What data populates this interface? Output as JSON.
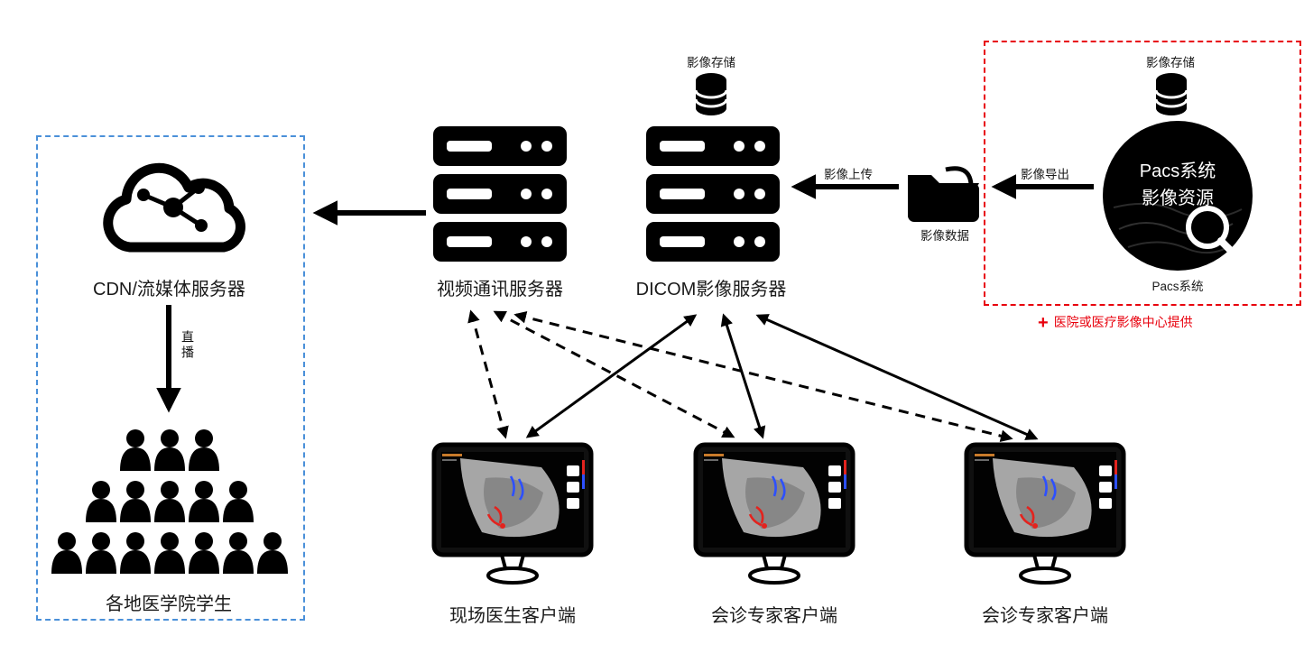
{
  "colors": {
    "red": "#e8000d",
    "blue_dashed": "#4a90d9",
    "black": "#000000"
  },
  "pacs": {
    "storage_label": "影像存储",
    "circle_line1": "Pacs系统",
    "circle_line2": "影像资源",
    "caption": "Pacs系统",
    "note_plus": "+",
    "note": "医院或医疗影像中心提供"
  },
  "dicom": {
    "storage_label": "影像存储",
    "label": "DICOM影像服务器"
  },
  "video_server": {
    "label": "视频通讯服务器"
  },
  "cdn": {
    "label": "CDN/流媒体服务器"
  },
  "broadcast": {
    "label": "直播"
  },
  "students": {
    "label": "各地医学院学生"
  },
  "folder": {
    "label": "影像数据"
  },
  "flow": {
    "export_label": "影像导出",
    "upload_label": "影像上传"
  },
  "clients": {
    "onsite": {
      "label": "现场医生客户端"
    },
    "expert1": {
      "label": "会诊专家客户端"
    },
    "expert2": {
      "label": "会诊专家客户端"
    }
  }
}
